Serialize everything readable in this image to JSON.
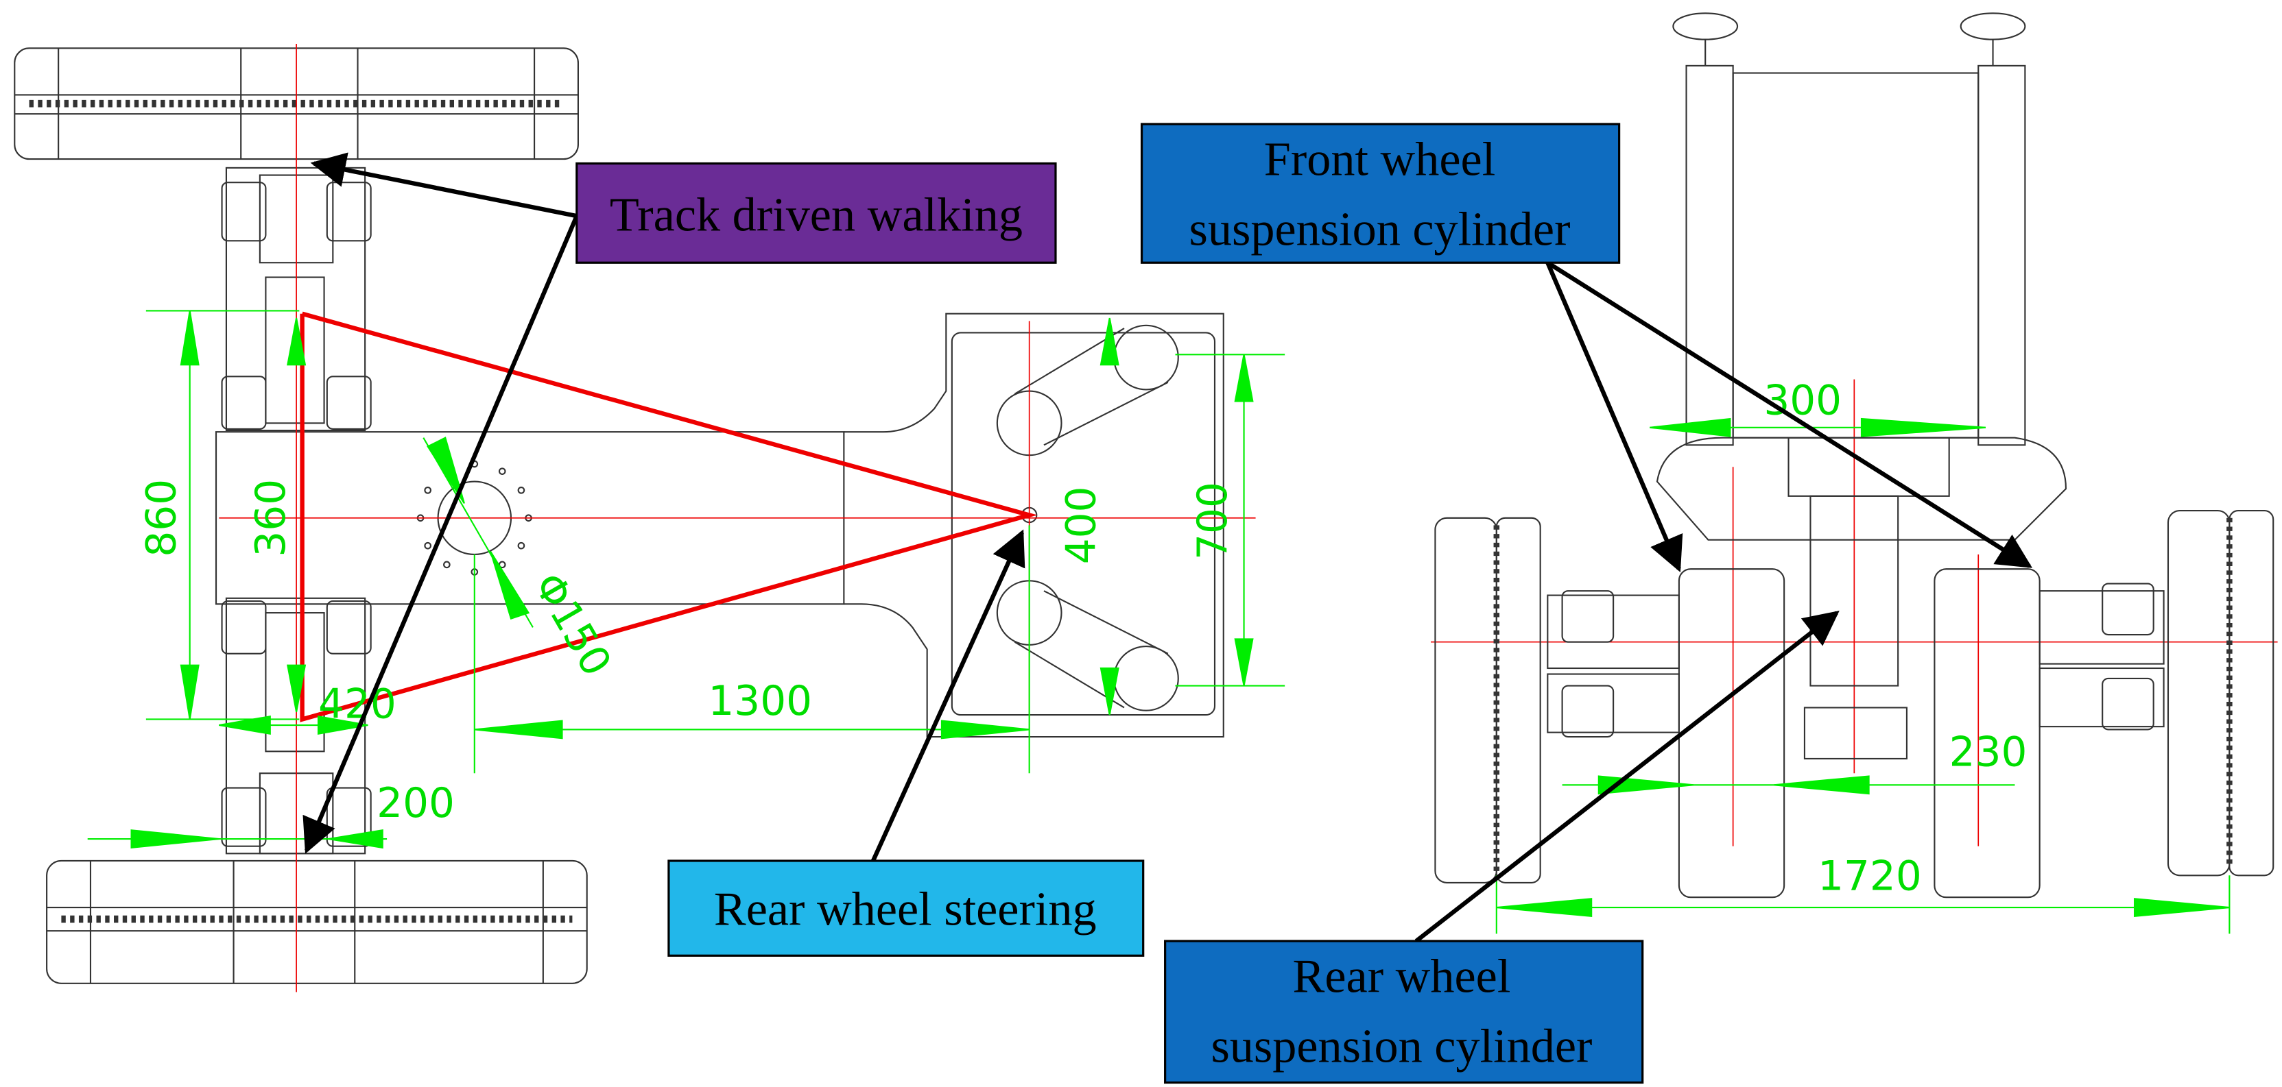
{
  "labels": {
    "track": "Track driven walking",
    "rear_steering": "Rear wheel steering",
    "front_susp_line1": "Front wheel",
    "front_susp_line2": "suspension cylinder",
    "rear_susp_line1": "Rear wheel",
    "rear_susp_line2": "suspension cylinder"
  },
  "dimensions": {
    "d860": "860",
    "d360": "360",
    "d420": "420",
    "d1300": "1300",
    "d400": "400",
    "d700": "700",
    "d200": "200",
    "d150": "Φ150",
    "d300": "300",
    "d230": "230",
    "d1720": "1720"
  },
  "colors": {
    "track_box": "#6a2c96",
    "rear_steering_box": "#22b7ea",
    "suspension_box": "#0e6cc0",
    "dimension": "#00ee00",
    "triangle": "#ee0000",
    "outline": "#333333"
  }
}
